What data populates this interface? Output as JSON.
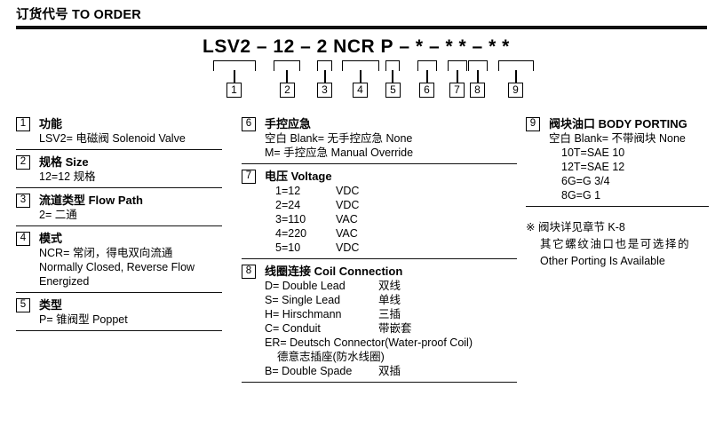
{
  "header": {
    "title": "订货代号 TO ORDER"
  },
  "model_code": {
    "text": "LSV2 – 12 – 2 NCR P – *  – *   * – *   *",
    "segments": [
      "LSV2",
      "–",
      "12",
      "–",
      "2",
      "NCR",
      "P",
      "–",
      "*",
      "–",
      "*",
      "*",
      "–",
      "*",
      "*"
    ],
    "callouts": [
      "1",
      "2",
      "3",
      "4",
      "5",
      "6",
      "7",
      "8",
      "9"
    ]
  },
  "left_column": [
    {
      "num": "1",
      "title": "功能",
      "lines": [
        "LSV2= 电磁阀 Solenoid Valve"
      ]
    },
    {
      "num": "2",
      "title": "规格 Size",
      "lines": [
        "12=12 规格"
      ]
    },
    {
      "num": "3",
      "title": "流道类型 Flow Path",
      "lines": [
        "2= 二通"
      ]
    },
    {
      "num": "4",
      "title": "模式",
      "lines": [
        "NCR= 常闭，得电双向流通",
        "Normally Closed, Reverse Flow",
        "Energized"
      ]
    },
    {
      "num": "5",
      "title": "类型",
      "lines": [
        "P= 锥阀型 Poppet"
      ]
    }
  ],
  "mid_column": {
    "manual_override": {
      "num": "6",
      "title": "手控应急",
      "lines": [
        "空白 Blank= 无手控应急 None",
        "M= 手控应急 Manual Override"
      ]
    },
    "voltage": {
      "num": "7",
      "title": "电压 Voltage",
      "rows": [
        {
          "code": "1=12",
          "unit": "VDC"
        },
        {
          "code": "2=24",
          "unit": "VDC"
        },
        {
          "code": "3=110",
          "unit": "VAC"
        },
        {
          "code": "4=220",
          "unit": "VAC"
        },
        {
          "code": "5=10",
          "unit": "VDC"
        }
      ]
    },
    "coil": {
      "num": "8",
      "title": "线圈连接 Coil Connection",
      "rows": [
        {
          "code": "D= Double Lead",
          "cn": "双线"
        },
        {
          "code": "S= Single Lead",
          "cn": "单线"
        },
        {
          "code": "H= Hirschmann",
          "cn": "三插"
        },
        {
          "code": "C= Conduit",
          "cn": "带嵌套"
        }
      ],
      "er_line": "ER= Deutsch Connector(Water-proof Coil)",
      "er_sub": "德意志插座(防水线圈)",
      "last_row": {
        "code": "B= Double Spade",
        "cn": "双插"
      }
    }
  },
  "right_column": {
    "porting": {
      "num": "9",
      "title": "阀块油口 BODY PORTING",
      "lines": [
        "空白 Blank= 不带阀块 None",
        "10T=SAE 10",
        "12T=SAE 12",
        "6G=G 3/4",
        "8G=G 1"
      ]
    },
    "note": {
      "line1": "※ 阀块详见章节 K-8",
      "line2": "其它螺纹油口也是可选择的",
      "line3": "Other Porting Is Available"
    }
  }
}
